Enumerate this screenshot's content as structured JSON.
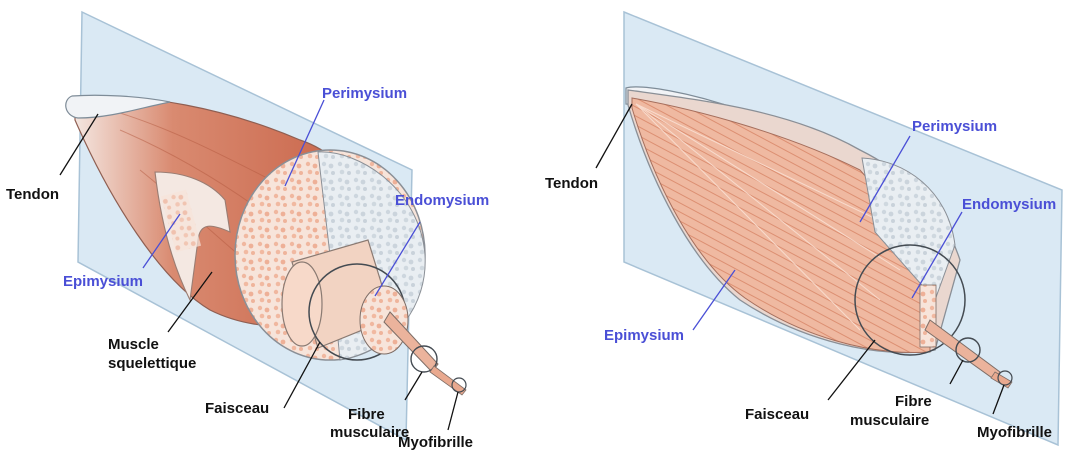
{
  "colors": {
    "label": "#111111",
    "sheath_label": "#4a4fd6",
    "plane": "#d6e6f2",
    "muscle": "#d97a5f",
    "muscle_dark": "#b85a40",
    "fascicle": "#f6cdb6",
    "cut_face": "#f7e9e0"
  },
  "left_diagram": {
    "labels": {
      "tendon": "Tendon",
      "perimysium": "Perimysium",
      "endomysium": "Endomysium",
      "epimysium": "Epimysium",
      "muscle_line1": "Muscle",
      "muscle_line2": "squelettique",
      "fascicle": "Faisceau",
      "fiber_line1": "Fibre",
      "fiber_line2": "musculaire",
      "myofibril": "Myofibrille"
    }
  },
  "right_diagram": {
    "labels": {
      "tendon": "Tendon",
      "perimysium": "Perimysium",
      "endomysium": "Endomysium",
      "epimysium": "Epimysium",
      "fascicle": "Faisceau",
      "fiber_line1": "Fibre",
      "fiber_line2": "musculaire",
      "myofibril": "Myofibrille"
    }
  }
}
